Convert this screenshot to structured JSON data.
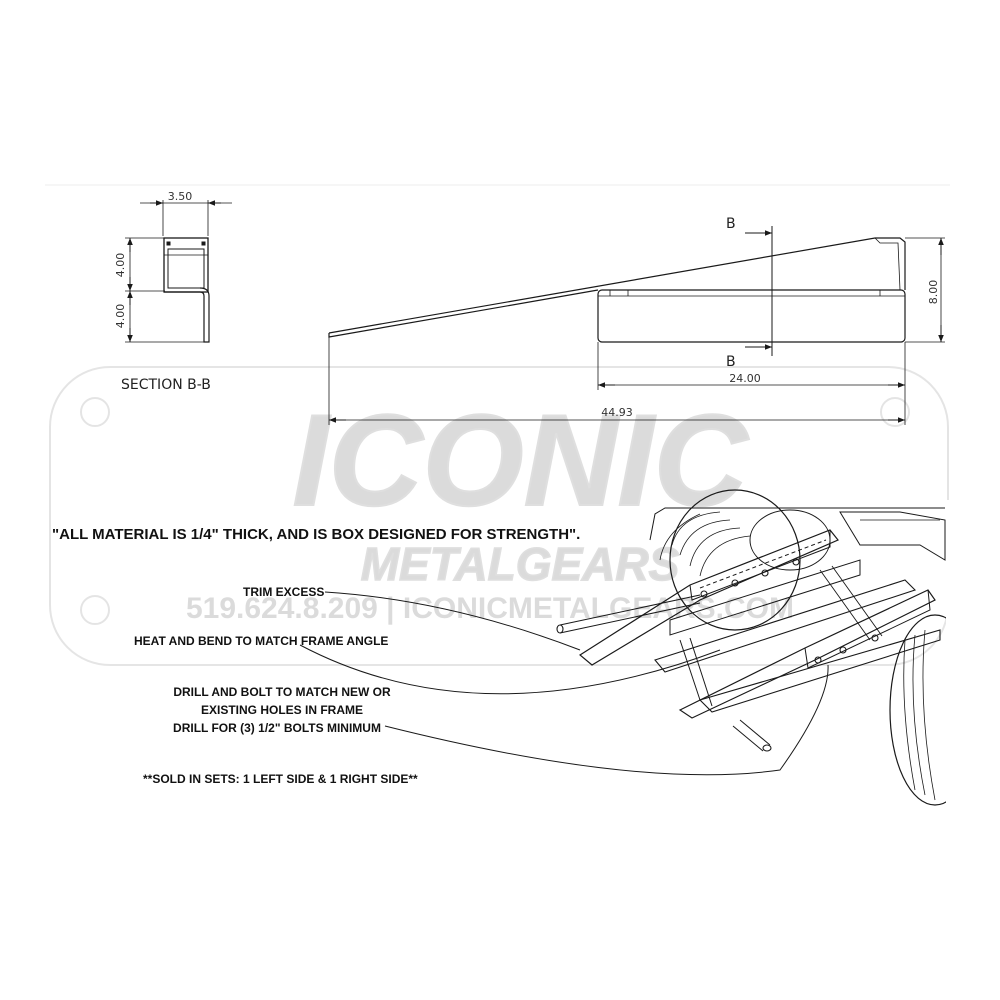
{
  "section_view": {
    "width_dim": "3.50",
    "upper_height_dim": "4.00",
    "lower_height_dim": "4.00",
    "label": "SECTION B-B"
  },
  "side_view": {
    "section_marker_top": "B",
    "section_marker_bottom": "B",
    "height_dim": "8.00",
    "box_length_dim": "24.00",
    "overall_length_dim": "44.93"
  },
  "notes": {
    "material": "\"ALL MATERIAL IS 1/4\" THICK, AND IS BOX DESIGNED FOR STRENGTH\".",
    "trim": "TRIM EXCESS",
    "heat_bend": "HEAT AND BEND TO MATCH FRAME ANGLE",
    "drill_line1": "DRILL AND BOLT TO MATCH NEW OR",
    "drill_line2": "EXISTING HOLES IN FRAME",
    "drill_line3": "DRILL FOR (3) 1/2\" BOLTS MINIMUM",
    "sold": "**SOLD IN SETS: 1 LEFT SIDE & 1 RIGHT SIDE**"
  },
  "watermark": {
    "brand": "ICONIC",
    "sub": "METALGEARS",
    "contact": "519.624.8.209 | ICONICMETALGEARS.COM"
  },
  "colors": {
    "line": "#1a1a1a",
    "watermark": "#d8d8d8"
  }
}
